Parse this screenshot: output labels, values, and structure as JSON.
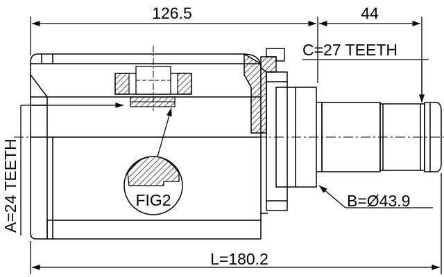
{
  "dimensions": {
    "top_length": "126.5",
    "stub_length": "44",
    "outer_spline": "C=27 TEETH",
    "inner_spline": "A=24 TEETH",
    "shaft_diameter": "B=Ø43.9",
    "total_length": "L=180.2"
  },
  "detail_label": "FIG2"
}
